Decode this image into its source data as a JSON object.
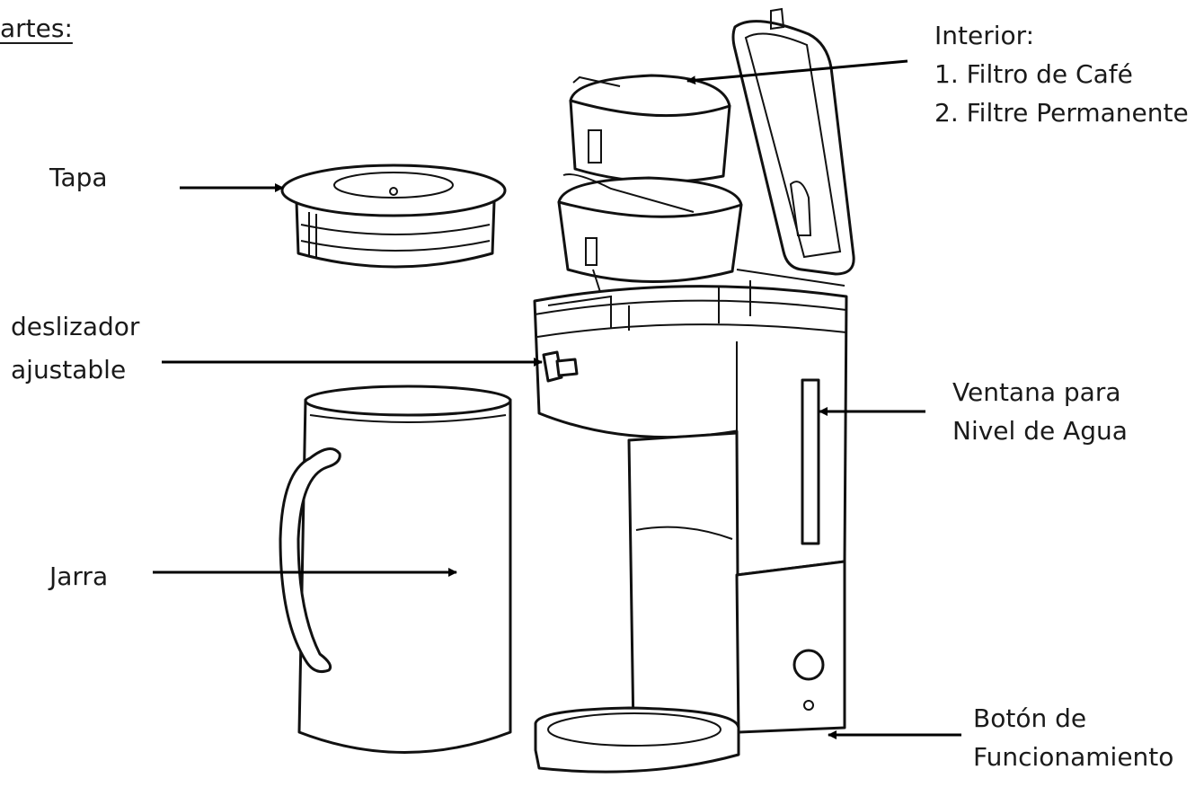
{
  "heading": "artes:",
  "labels": {
    "interior_title": "Interior:",
    "interior_1": "1. Filtro de Café",
    "interior_2": "2. Filtre Permanente",
    "tapa": "Tapa",
    "deslizador_1": "deslizador",
    "deslizador_2": "ajustable",
    "ventana_1": "Ventana para",
    "ventana_2": "Nivel de Agua",
    "jarra": "Jarra",
    "boton_1": "Botón de",
    "boton_2": "Funcionamiento"
  }
}
